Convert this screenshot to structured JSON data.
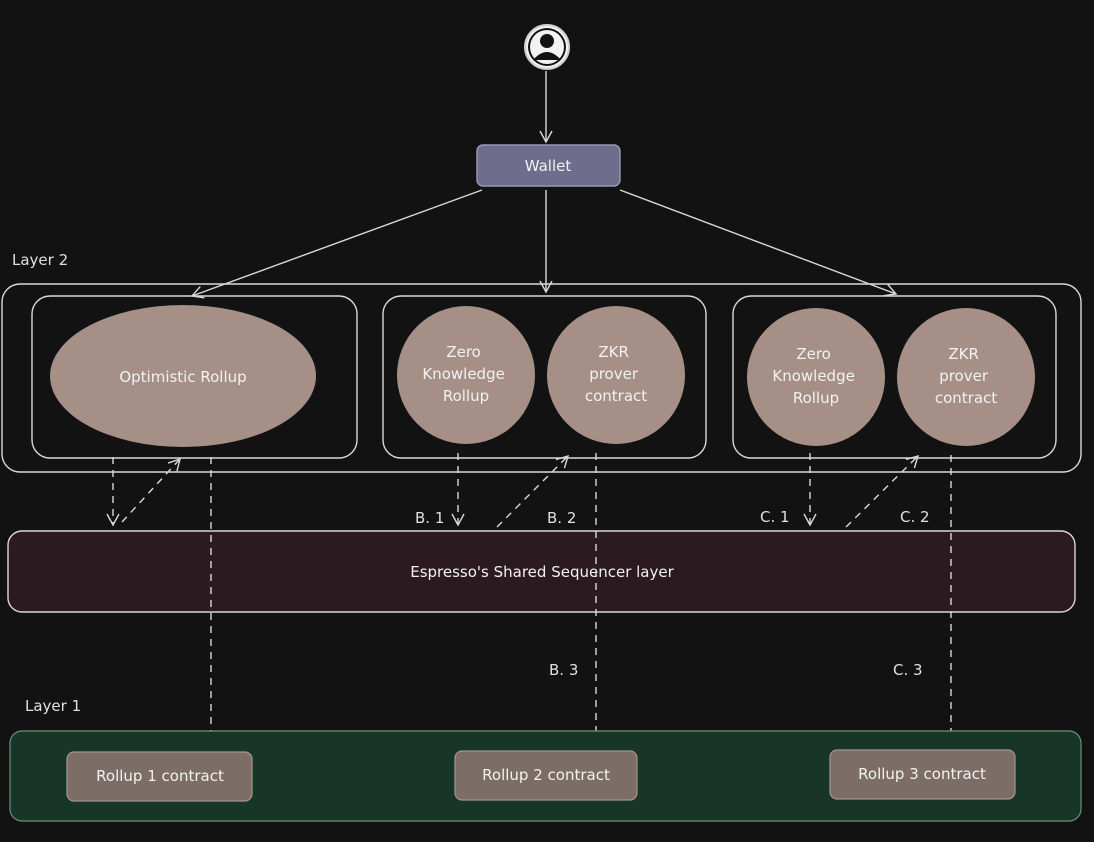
{
  "user": {
    "icon": "user-avatar-icon"
  },
  "wallet": {
    "label": "Wallet"
  },
  "layer2": {
    "label": "Layer 2",
    "optimistic_rollup": "Optimistic Rollup",
    "group_b": {
      "zk_rollup": [
        "Zero",
        "Knowledge",
        "Rollup"
      ],
      "prover": [
        "ZKR",
        "prover",
        "contract"
      ]
    },
    "group_c": {
      "zk_rollup": [
        "Zero",
        "Knowledge",
        "Rollup"
      ],
      "prover": [
        "ZKR",
        "prover",
        "contract"
      ]
    }
  },
  "sequencer": {
    "label": "Espresso's Shared Sequencer layer"
  },
  "steps": {
    "b1": "B. 1",
    "b2": "B. 2",
    "b3": "B. 3",
    "c1": "C. 1",
    "c2": "C. 2",
    "c3": "C. 3"
  },
  "layer1": {
    "label": "Layer 1",
    "contracts": [
      "Rollup 1 contract",
      "Rollup 2 contract",
      "Rollup 3 contract"
    ]
  },
  "colors": {
    "background": "#121212",
    "wallet_fill": "#6e6e8c",
    "node_fill": "#a58f86",
    "sequencer_fill": "#2b1a1f",
    "layer1_fill": "#173627",
    "contract_fill": "#7c6e66",
    "stroke": "#d9d9d9"
  }
}
